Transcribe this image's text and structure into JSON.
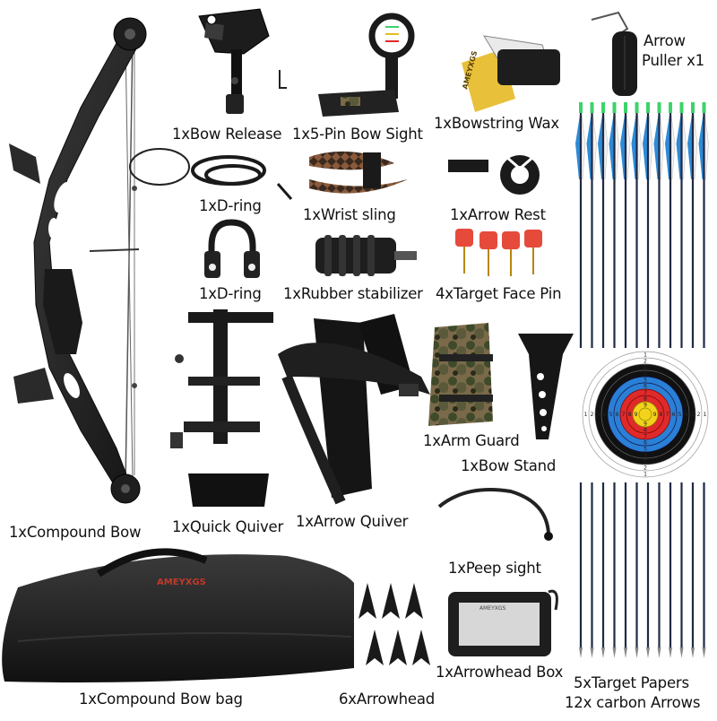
{
  "labels": {
    "bow_release": "1xBow Release",
    "bow_sight": "1x5-Pin Bow Sight",
    "bowstring_wax": "1xBowstring Wax",
    "arrow_puller_line1": "Arrow",
    "arrow_puller_line2": "Puller x1",
    "d_ring_1": "1xD-ring",
    "wrist_sling": "1xWrist sling",
    "arrow_rest": "1xArrow Rest",
    "d_ring_2": "1xD-ring",
    "rubber_stabilizer": "1xRubber stabilizer",
    "target_face_pin": "4xTarget Face Pin",
    "arm_guard": "1xArm Guard",
    "bow_stand": "1xBow Stand",
    "compound_bow": "1xCompound Bow",
    "quick_quiver": "1xQuick Quiver",
    "arrow_quiver": "1xArrow Quiver",
    "peep_sight": "1xPeep sight",
    "compound_bow_bag": "1xCompound Bow bag",
    "arrowhead": "6xArrowhead",
    "arrowhead_box": "1xArrowhead Box",
    "target_papers": "5xTarget Papers",
    "carbon_arrows": "12x carbon Arrows"
  },
  "product_marks": {
    "bag_brand": "AMEYXGS",
    "wax_brand": "AMEYXGS",
    "box_text": "AMEYXGS"
  },
  "target_face": {
    "ring_numbers": [
      "1",
      "2",
      "3",
      "4",
      "5",
      "6",
      "7",
      "8",
      "9",
      "10"
    ]
  },
  "colors": {
    "fletch_blue": "#2e8ad6",
    "fletch_white": "#f2f2f2",
    "nock_green": "#3dd36a",
    "target_yellow": "#f2d21b",
    "target_red": "#e02a2a",
    "target_blue": "#2a7fd6",
    "target_black": "#111111",
    "pin_red": "#e64a3b"
  }
}
